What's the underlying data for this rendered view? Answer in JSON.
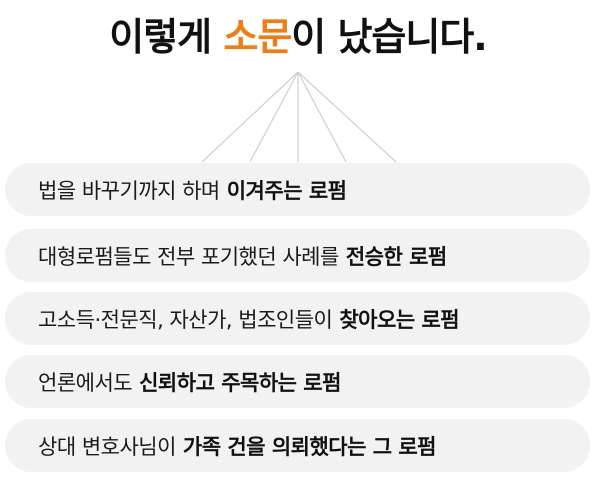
{
  "header": {
    "title_pre": "이렇게 ",
    "title_accent": "소문",
    "title_post": "이 났습니다.",
    "accent_color": "#f07c12"
  },
  "items": [
    {
      "regular": "법을 바꾸기까지 하며",
      "bold": "이겨주는 로펌"
    },
    {
      "regular": "대형로펌들도 전부 포기했던 사례를",
      "bold": "전승한 로펌"
    },
    {
      "regular": "고소득·전문직, 자산가, 법조인들이",
      "bold": "찾아오는 로펌"
    },
    {
      "regular": "언론에서도",
      "bold": "신뢰하고 주목하는 로펌"
    },
    {
      "regular": "상대 변호사님이",
      "bold": "가족 건을 의뢰했다는 그 로펌"
    }
  ]
}
